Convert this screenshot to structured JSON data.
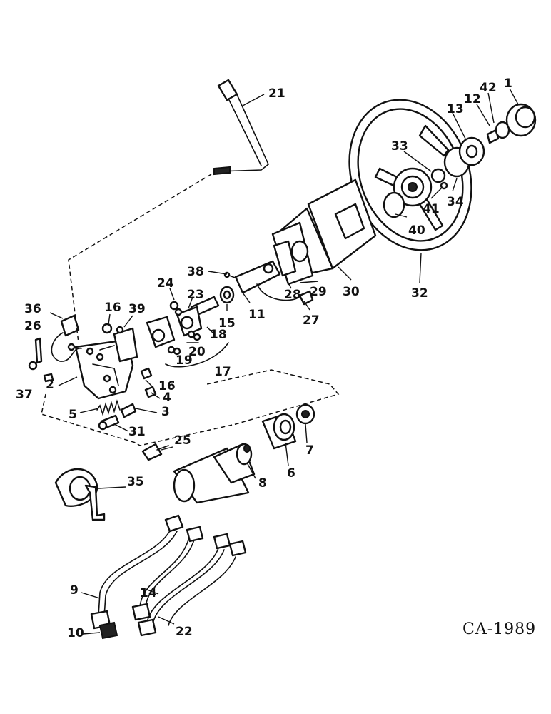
{
  "drawing_code": "CA-1989",
  "callouts": [
    "1",
    "12",
    "42",
    "13",
    "33",
    "34",
    "41",
    "40",
    "32",
    "30",
    "29",
    "28",
    "27",
    "38",
    "11",
    "15",
    "24",
    "23",
    "18",
    "20",
    "19",
    "17",
    "16",
    "39",
    "36",
    "26",
    "37",
    "2",
    "16",
    "4",
    "5",
    "3",
    "31",
    "7",
    "6",
    "25",
    "8",
    "35",
    "9",
    "10",
    "14",
    "22",
    "21"
  ]
}
